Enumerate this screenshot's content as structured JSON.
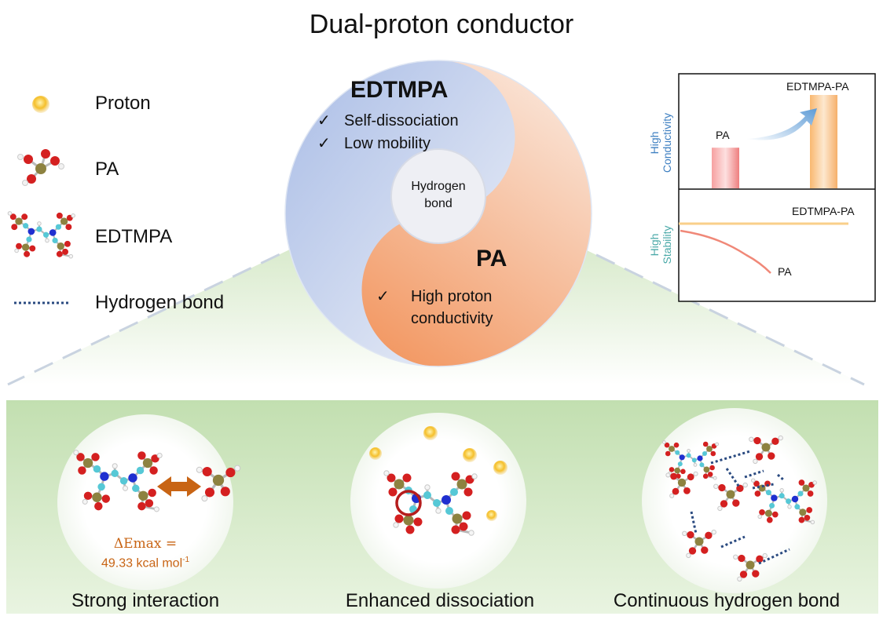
{
  "title": "Dual-proton conductor",
  "legend": {
    "items": [
      {
        "icon": "proton-icon",
        "label": "Proton"
      },
      {
        "icon": "pa-molecule-icon",
        "label": "PA"
      },
      {
        "icon": "edtmpa-molecule-icon",
        "label": "EDTMPA"
      },
      {
        "icon": "hydrogen-bond-line-icon",
        "label": "Hydrogen bond"
      }
    ]
  },
  "yinyang": {
    "edtmpa": {
      "title": "EDTMPA",
      "features": [
        "Self-dissociation",
        "Low mobility"
      ]
    },
    "center": [
      "Hydrogen",
      "bond"
    ],
    "pa": {
      "title": "PA",
      "features": [
        "High proton",
        "conductivity"
      ]
    },
    "check_symbol": "✓"
  },
  "inset_chart": {
    "conductivity": {
      "axis_label": [
        "High",
        "Conductivity"
      ],
      "bars": [
        {
          "label": "PA",
          "value": 0.37,
          "color": "#f28b8b"
        },
        {
          "label": "EDTMPA-PA",
          "value": 0.85,
          "color": "#f9c27a"
        }
      ]
    },
    "stability": {
      "axis_label": [
        "High",
        "Stability"
      ],
      "lines": [
        {
          "label": "EDTMPA-PA",
          "color": "#f9cf8a"
        },
        {
          "label": "PA",
          "color": "#f08878"
        }
      ]
    },
    "colors": {
      "axis_label_top": "#3e7fc1",
      "axis_label_bottom": "#4aa9a8"
    }
  },
  "panels": [
    {
      "caption": "Strong interaction",
      "energy_label": "ΔEmax =",
      "energy_value": "49.33 kcal mol",
      "energy_sup": "-1"
    },
    {
      "caption": "Enhanced dissociation"
    },
    {
      "caption": "Continuous hydrogen bond"
    }
  ],
  "colors": {
    "accent_orange": "#c86414",
    "edtmpa_blue": "#b8c8ea",
    "pa_orange": "#f5a878",
    "band_green": "#c9e3b8",
    "proton_gold": "#f5bf2a"
  }
}
